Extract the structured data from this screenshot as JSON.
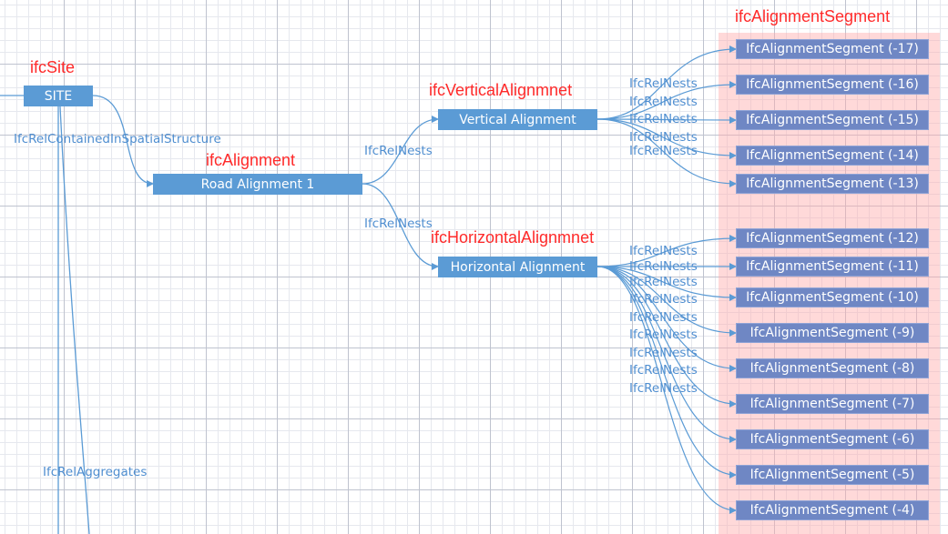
{
  "colors": {
    "node_fill": "#5b9bd5",
    "segment_fill": "#6f87c4",
    "connector": "#5b9bd5",
    "entity_label": "#ff2a2a",
    "highlight": "#ffaaaa"
  },
  "entity_labels": {
    "site": "ifcSite",
    "alignment": "ifcAlignment",
    "vertical": "ifcVerticalAlignmnet",
    "horizontal": "ifcHorizontalAlignmnet",
    "segment": "ifcAlignmentSegment"
  },
  "nodes": {
    "site": "SITE",
    "road_alignment": "Road Alignment 1",
    "vertical_alignment": "Vertical Alignment",
    "horizontal_alignment": "Horizontal Alignment"
  },
  "relations": {
    "contained": "IfcRelContainedInSpatialStructure",
    "aggregates": "IfcRelAggregates",
    "nests": "IfcRelNests"
  },
  "vertical_segments": [
    "IfcAlignmentSegment (-17)",
    "IfcAlignmentSegment (-16)",
    "IfcAlignmentSegment (-15)",
    "IfcAlignmentSegment (-14)",
    "IfcAlignmentSegment (-13)"
  ],
  "horizontal_segments": [
    "IfcAlignmentSegment (-12)",
    "IfcAlignmentSegment (-11)",
    "IfcAlignmentSegment (-10)",
    "IfcAlignmentSegment (-9)",
    "IfcAlignmentSegment (-8)",
    "IfcAlignmentSegment (-7)",
    "IfcAlignmentSegment (-6)",
    "IfcAlignmentSegment (-5)",
    "IfcAlignmentSegment (-4)"
  ]
}
